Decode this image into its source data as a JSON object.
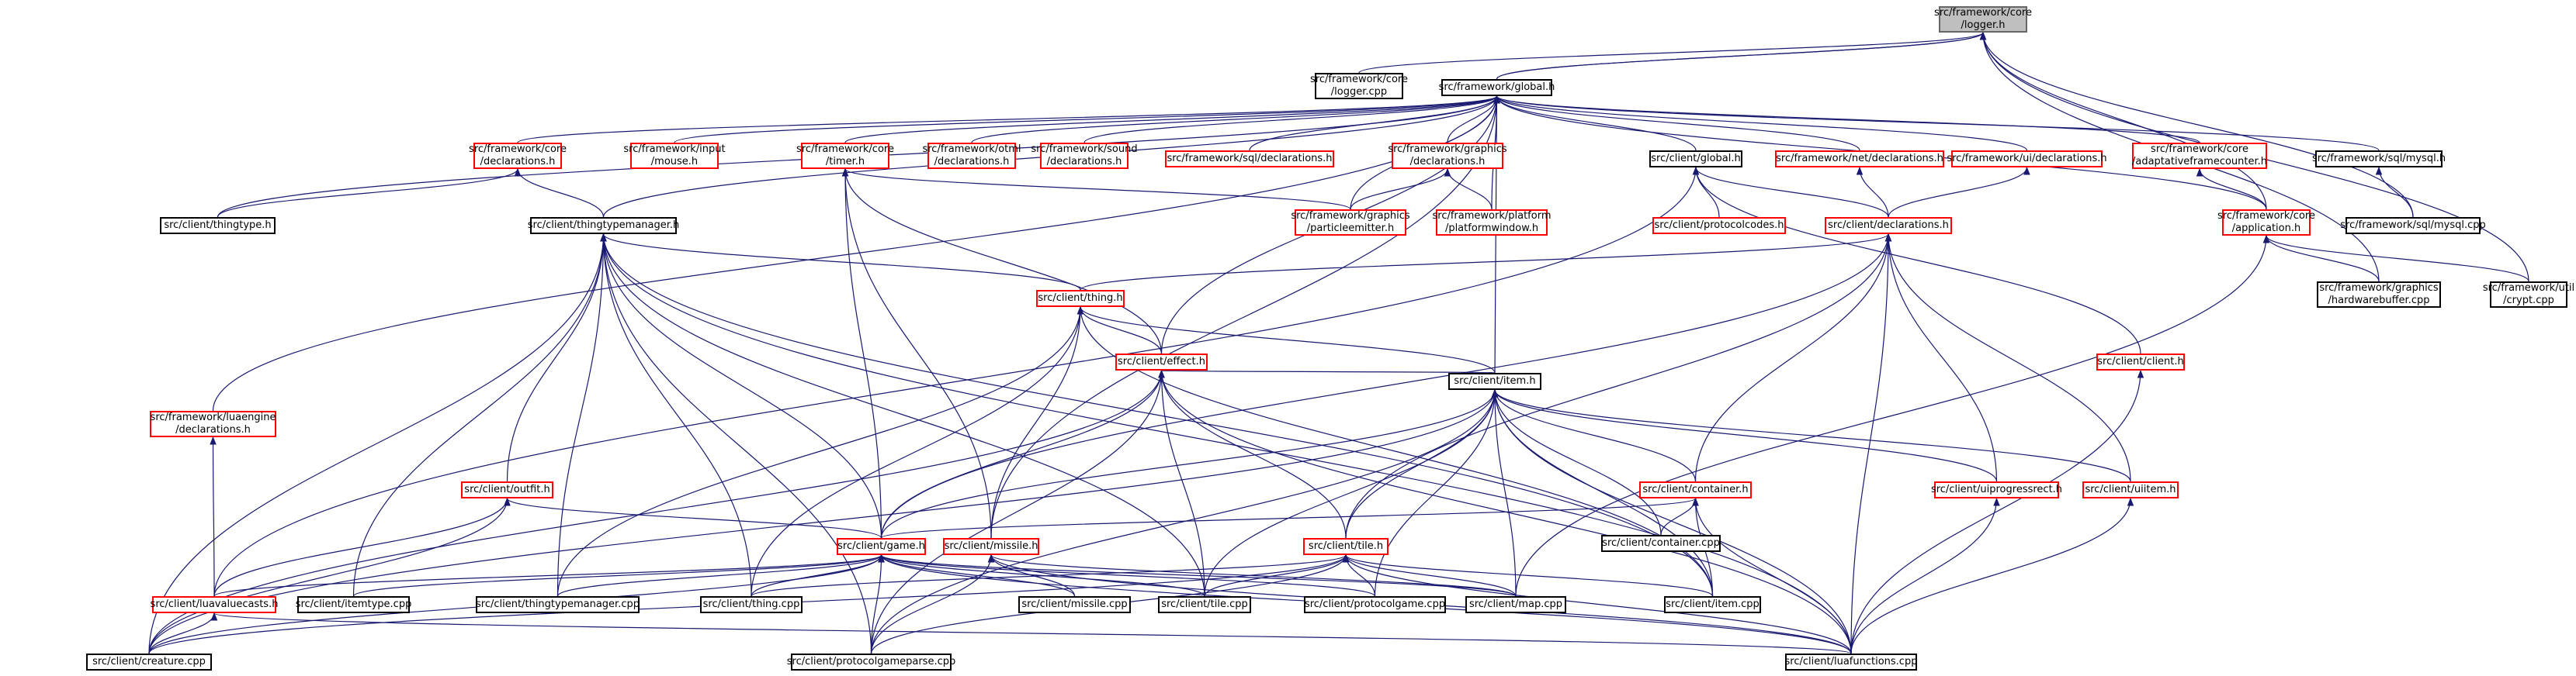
{
  "graph": {
    "kind": "include dependency graph",
    "colors": {
      "edge": "#191970",
      "border_default": "#000000",
      "border_red": "#ff0000",
      "selected_fill": "#bfbfbf"
    },
    "nodes": [
      {
        "id": "logger_h",
        "lines": [
          "src/framework/core",
          "/logger.h"
        ],
        "style": "grey"
      },
      {
        "id": "logger_cpp",
        "lines": [
          "src/framework/core",
          "/logger.cpp"
        ],
        "style": "black"
      },
      {
        "id": "global_h",
        "lines": [
          "src/framework/global.h"
        ],
        "style": "black"
      },
      {
        "id": "core_decl",
        "lines": [
          "src/framework/core",
          "/declarations.h"
        ],
        "style": "red"
      },
      {
        "id": "input_mouse",
        "lines": [
          "src/framework/input",
          "/mouse.h"
        ],
        "style": "red"
      },
      {
        "id": "timer_h",
        "lines": [
          "src/framework/core",
          "/timer.h"
        ],
        "style": "red"
      },
      {
        "id": "otml_decl",
        "lines": [
          "src/framework/otml",
          "/declarations.h"
        ],
        "style": "red"
      },
      {
        "id": "sound_decl",
        "lines": [
          "src/framework/sound",
          "/declarations.h"
        ],
        "style": "red"
      },
      {
        "id": "sql_decl",
        "lines": [
          "src/framework/sql/declarations.h"
        ],
        "style": "red"
      },
      {
        "id": "graphics_decl",
        "lines": [
          "src/framework/graphics",
          "/declarations.h"
        ],
        "style": "red"
      },
      {
        "id": "client_global",
        "lines": [
          "src/client/global.h"
        ],
        "style": "black"
      },
      {
        "id": "net_decl",
        "lines": [
          "src/framework/net/declarations.h"
        ],
        "style": "red"
      },
      {
        "id": "ui_decl",
        "lines": [
          "src/framework/ui/declarations.h"
        ],
        "style": "red"
      },
      {
        "id": "adaptive",
        "lines": [
          "src/framework/core",
          "/adaptativeframecounter.h"
        ],
        "style": "red"
      },
      {
        "id": "mysql_h",
        "lines": [
          "src/framework/sql/mysql.h"
        ],
        "style": "black"
      },
      {
        "id": "thingtype_h",
        "lines": [
          "src/client/thingtype.h"
        ],
        "style": "black"
      },
      {
        "id": "ttm_h",
        "lines": [
          "src/client/thingtypemanager.h"
        ],
        "style": "black"
      },
      {
        "id": "particleemitter",
        "lines": [
          "src/framework/graphics",
          "/particleemitter.h"
        ],
        "style": "red"
      },
      {
        "id": "platformwindow",
        "lines": [
          "src/framework/platform",
          "/platformwindow.h"
        ],
        "style": "red"
      },
      {
        "id": "protocolcodes",
        "lines": [
          "src/client/protocolcodes.h"
        ],
        "style": "red"
      },
      {
        "id": "client_decl",
        "lines": [
          "src/client/declarations.h"
        ],
        "style": "red"
      },
      {
        "id": "application_h",
        "lines": [
          "src/framework/core",
          "/application.h"
        ],
        "style": "red"
      },
      {
        "id": "mysql_cpp",
        "lines": [
          "src/framework/sql/mysql.cpp"
        ],
        "style": "black"
      },
      {
        "id": "thing_h",
        "lines": [
          "src/client/thing.h"
        ],
        "style": "red"
      },
      {
        "id": "hardwarebuffer",
        "lines": [
          "src/framework/graphics",
          "/hardwarebuffer.cpp"
        ],
        "style": "black"
      },
      {
        "id": "crypt_cpp",
        "lines": [
          "src/framework/util",
          "/crypt.cpp"
        ],
        "style": "black"
      },
      {
        "id": "effect_h",
        "lines": [
          "src/client/effect.h"
        ],
        "style": "red"
      },
      {
        "id": "client_h",
        "lines": [
          "src/client/client.h"
        ],
        "style": "red"
      },
      {
        "id": "luaengine_decl",
        "lines": [
          "src/framework/luaengine",
          "/declarations.h"
        ],
        "style": "red"
      },
      {
        "id": "item_h",
        "lines": [
          "src/client/item.h"
        ],
        "style": "black"
      },
      {
        "id": "outfit_h",
        "lines": [
          "src/client/outfit.h"
        ],
        "style": "red"
      },
      {
        "id": "container_h",
        "lines": [
          "src/client/container.h"
        ],
        "style": "red"
      },
      {
        "id": "uiprogressrect",
        "lines": [
          "src/client/uiprogressrect.h"
        ],
        "style": "red"
      },
      {
        "id": "uiitem_h",
        "lines": [
          "src/client/uiitem.h"
        ],
        "style": "red"
      },
      {
        "id": "container_cpp",
        "lines": [
          "src/client/container.cpp"
        ],
        "style": "black"
      },
      {
        "id": "game_h",
        "lines": [
          "src/client/game.h"
        ],
        "style": "red"
      },
      {
        "id": "missile_h",
        "lines": [
          "src/client/missile.h"
        ],
        "style": "red"
      },
      {
        "id": "tile_h",
        "lines": [
          "src/client/tile.h"
        ],
        "style": "red"
      },
      {
        "id": "luavaluecasts",
        "lines": [
          "src/client/luavaluecasts.h"
        ],
        "style": "red"
      },
      {
        "id": "itemtype_cpp",
        "lines": [
          "src/client/itemtype.cpp"
        ],
        "style": "black"
      },
      {
        "id": "ttm_cpp",
        "lines": [
          "src/client/thingtypemanager.cpp"
        ],
        "style": "black"
      },
      {
        "id": "thing_cpp",
        "lines": [
          "src/client/thing.cpp"
        ],
        "style": "black"
      },
      {
        "id": "missile_cpp",
        "lines": [
          "src/client/missile.cpp"
        ],
        "style": "black"
      },
      {
        "id": "tile_cpp",
        "lines": [
          "src/client/tile.cpp"
        ],
        "style": "black"
      },
      {
        "id": "protocolgame",
        "lines": [
          "src/client/protocolgame.cpp"
        ],
        "style": "black"
      },
      {
        "id": "map_cpp",
        "lines": [
          "src/client/map.cpp"
        ],
        "style": "black"
      },
      {
        "id": "item_cpp",
        "lines": [
          "src/client/item.cpp"
        ],
        "style": "black"
      },
      {
        "id": "creature_cpp",
        "lines": [
          "src/client/creature.cpp"
        ],
        "style": "black"
      },
      {
        "id": "protocolgameparse",
        "lines": [
          "src/client/protocolgameparse.cpp"
        ],
        "style": "black"
      },
      {
        "id": "luafunctions",
        "lines": [
          "src/client/luafunctions.cpp"
        ],
        "style": "black"
      }
    ],
    "edges": [
      [
        "logger_cpp",
        "logger_h"
      ],
      [
        "global_h",
        "logger_h"
      ],
      [
        "global_h",
        "logger_h"
      ],
      [
        "application_h",
        "logger_h"
      ],
      [
        "mysql_cpp",
        "logger_h"
      ],
      [
        "hardwarebuffer",
        "logger_h"
      ],
      [
        "crypt_cpp",
        "logger_h"
      ],
      [
        "core_decl",
        "global_h"
      ],
      [
        "input_mouse",
        "global_h"
      ],
      [
        "timer_h",
        "global_h"
      ],
      [
        "otml_decl",
        "global_h"
      ],
      [
        "sound_decl",
        "global_h"
      ],
      [
        "sql_decl",
        "global_h"
      ],
      [
        "graphics_decl",
        "global_h"
      ],
      [
        "client_global",
        "global_h"
      ],
      [
        "net_decl",
        "global_h"
      ],
      [
        "ui_decl",
        "global_h"
      ],
      [
        "adaptive",
        "global_h"
      ],
      [
        "mysql_h",
        "global_h"
      ],
      [
        "thingtype_h",
        "global_h"
      ],
      [
        "ttm_h",
        "global_h"
      ],
      [
        "particleemitter",
        "global_h"
      ],
      [
        "platformwindow",
        "global_h"
      ],
      [
        "application_h",
        "global_h"
      ],
      [
        "luaengine_decl",
        "global_h"
      ],
      [
        "effect_h",
        "global_h"
      ],
      [
        "item_h",
        "global_h"
      ],
      [
        "missile_h",
        "global_h"
      ],
      [
        "thingtype_h",
        "core_decl"
      ],
      [
        "ttm_h",
        "core_decl"
      ],
      [
        "particleemitter",
        "graphics_decl"
      ],
      [
        "platformwindow",
        "graphics_decl"
      ],
      [
        "particleemitter",
        "timer_h"
      ],
      [
        "effect_h",
        "timer_h"
      ],
      [
        "missile_h",
        "timer_h"
      ],
      [
        "game_h",
        "timer_h"
      ],
      [
        "protocolcodes",
        "client_global"
      ],
      [
        "client_decl",
        "client_global"
      ],
      [
        "luavaluecasts",
        "client_global"
      ],
      [
        "client_h",
        "client_global"
      ],
      [
        "client_decl",
        "net_decl"
      ],
      [
        "client_decl",
        "ui_decl"
      ],
      [
        "application_h",
        "adaptive"
      ],
      [
        "mysql_cpp",
        "mysql_h"
      ],
      [
        "hardwarebuffer",
        "application_h"
      ],
      [
        "crypt_cpp",
        "application_h"
      ],
      [
        "map_cpp",
        "application_h"
      ],
      [
        "thing_h",
        "ttm_h"
      ],
      [
        "outfit_h",
        "ttm_h"
      ],
      [
        "game_h",
        "ttm_h"
      ],
      [
        "itemtype_cpp",
        "ttm_h"
      ],
      [
        "ttm_cpp",
        "ttm_h"
      ],
      [
        "thing_cpp",
        "ttm_h"
      ],
      [
        "tile_cpp",
        "ttm_h"
      ],
      [
        "creature_cpp",
        "ttm_h"
      ],
      [
        "protocolgameparse",
        "ttm_h"
      ],
      [
        "luafunctions",
        "ttm_h"
      ],
      [
        "item_cpp",
        "ttm_h"
      ],
      [
        "thing_h",
        "client_decl"
      ],
      [
        "game_h",
        "client_decl"
      ],
      [
        "tile_h",
        "client_decl"
      ],
      [
        "container_h",
        "client_decl"
      ],
      [
        "uiprogressrect",
        "client_decl"
      ],
      [
        "uiitem_h",
        "client_decl"
      ],
      [
        "luafunctions",
        "client_decl"
      ],
      [
        "effect_h",
        "thing_h"
      ],
      [
        "item_h",
        "thing_h"
      ],
      [
        "missile_h",
        "thing_h"
      ],
      [
        "ttm_cpp",
        "thing_h"
      ],
      [
        "thing_cpp",
        "thing_h"
      ],
      [
        "item_cpp",
        "thing_h"
      ],
      [
        "item_h",
        "effect_h"
      ],
      [
        "game_h",
        "effect_h"
      ],
      [
        "tile_h",
        "effect_h"
      ],
      [
        "creature_cpp",
        "effect_h"
      ],
      [
        "tile_cpp",
        "effect_h"
      ],
      [
        "protocolgameparse",
        "effect_h"
      ],
      [
        "luafunctions",
        "effect_h"
      ],
      [
        "container_h",
        "item_h"
      ],
      [
        "uiitem_h",
        "item_h"
      ],
      [
        "uiprogressrect",
        "item_h"
      ],
      [
        "game_h",
        "item_h"
      ],
      [
        "tile_h",
        "item_h"
      ],
      [
        "container_cpp",
        "item_h"
      ],
      [
        "map_cpp",
        "item_h"
      ],
      [
        "item_cpp",
        "item_h"
      ],
      [
        "protocolgame",
        "item_h"
      ],
      [
        "tile_cpp",
        "item_h"
      ],
      [
        "creature_cpp",
        "item_h"
      ],
      [
        "luafunctions",
        "item_h"
      ],
      [
        "protocolgameparse",
        "item_h"
      ],
      [
        "luavaluecasts",
        "luaengine_decl"
      ],
      [
        "game_h",
        "outfit_h"
      ],
      [
        "luavaluecasts",
        "outfit_h"
      ],
      [
        "creature_cpp",
        "outfit_h"
      ],
      [
        "game_h",
        "container_h"
      ],
      [
        "container_cpp",
        "container_h"
      ],
      [
        "item_cpp",
        "container_h"
      ],
      [
        "luafunctions",
        "container_h"
      ],
      [
        "luafunctions",
        "uiprogressrect"
      ],
      [
        "luafunctions",
        "uiitem_h"
      ],
      [
        "luafunctions",
        "client_h"
      ],
      [
        "luavaluecasts",
        "game_h"
      ],
      [
        "itemtype_cpp",
        "game_h"
      ],
      [
        "ttm_cpp",
        "game_h"
      ],
      [
        "thing_cpp",
        "game_h"
      ],
      [
        "missile_cpp",
        "game_h"
      ],
      [
        "tile_cpp",
        "game_h"
      ],
      [
        "protocolgame",
        "game_h"
      ],
      [
        "map_cpp",
        "game_h"
      ],
      [
        "creature_cpp",
        "game_h"
      ],
      [
        "protocolgameparse",
        "game_h"
      ],
      [
        "luafunctions",
        "game_h"
      ],
      [
        "missile_cpp",
        "missile_h"
      ],
      [
        "map_cpp",
        "missile_h"
      ],
      [
        "protocolgameparse",
        "missile_h"
      ],
      [
        "luafunctions",
        "missile_h"
      ],
      [
        "tile_cpp",
        "tile_h"
      ],
      [
        "map_cpp",
        "tile_h"
      ],
      [
        "thing_cpp",
        "tile_h"
      ],
      [
        "protocolgame",
        "tile_h"
      ],
      [
        "item_cpp",
        "tile_h"
      ],
      [
        "creature_cpp",
        "tile_h"
      ],
      [
        "luafunctions",
        "tile_h"
      ],
      [
        "protocolgameparse",
        "tile_h"
      ],
      [
        "creature_cpp",
        "luavaluecasts"
      ],
      [
        "luafunctions",
        "luavaluecasts"
      ]
    ]
  }
}
